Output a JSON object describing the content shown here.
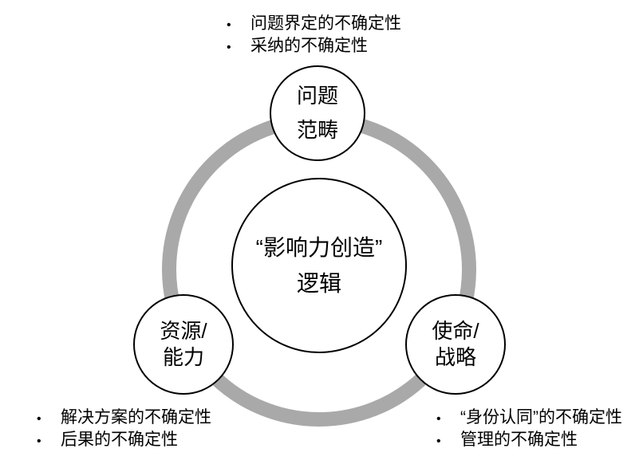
{
  "diagram": {
    "bullet": "•",
    "colors": {
      "ring": "#a9a9a9",
      "circle_border": "#000000",
      "circle_fill": "#ffffff",
      "text": "#000000"
    },
    "center_circle": {
      "line1": "“影响力创造”",
      "line2": "逻辑"
    },
    "top_circle": {
      "line1": "问题",
      "line2": "范畴"
    },
    "left_circle": {
      "line1": "资源/",
      "line2": "能力"
    },
    "right_circle": {
      "line1": "使命/",
      "line2": "战略"
    },
    "top_list": {
      "items": [
        "问题界定的不确定性",
        "采纳的不确定性"
      ]
    },
    "left_list": {
      "items": [
        "解决方案的不确定性",
        "后果的不确定性"
      ]
    },
    "right_list": {
      "items": [
        "“身份认同”的不确定性",
        "管理的不确定性"
      ]
    }
  }
}
